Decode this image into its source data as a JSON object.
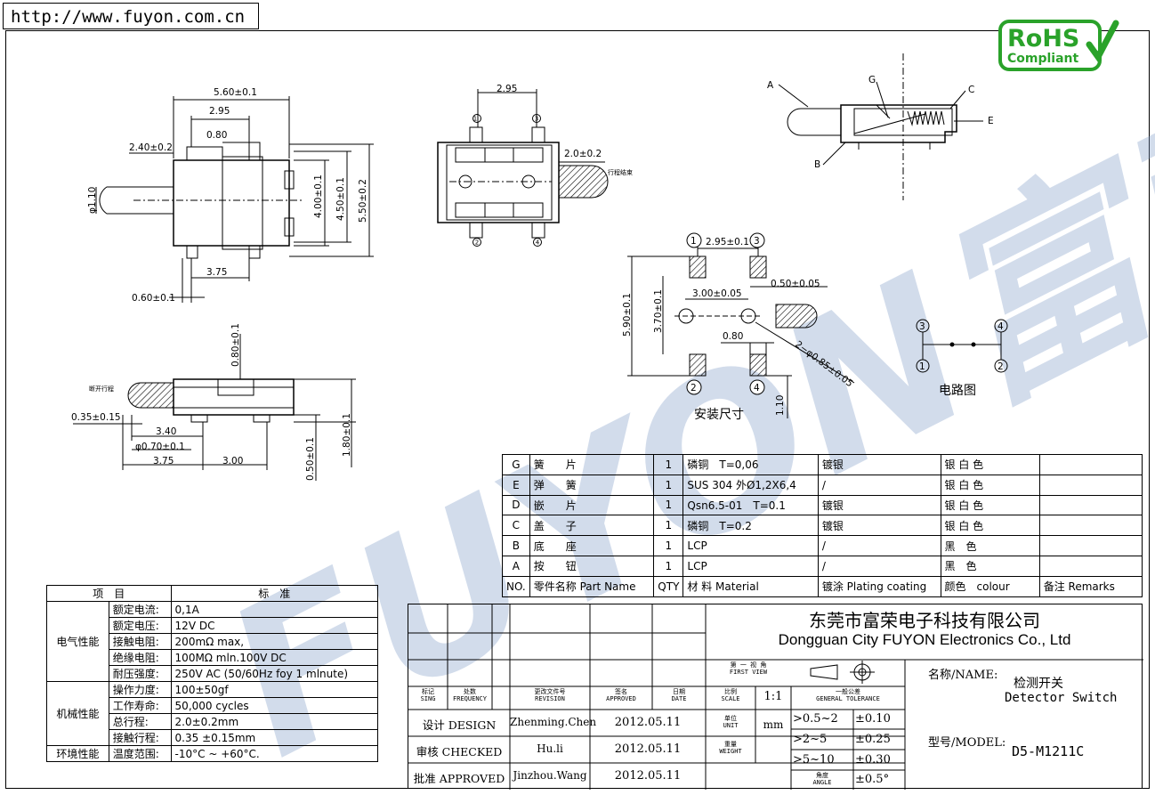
{
  "url": "http://www.fuyon.com.cn",
  "watermark": "FUYON富荣",
  "rohs": {
    "line1": "RoHS",
    "line2": "Compliant"
  },
  "dims": {
    "top_w": "5.60±0.1",
    "top_295": "2.95",
    "top_080": "0.80",
    "top_240": "2.40±0.2",
    "top_dia": "φ1.10",
    "top_400": "4.00±0.1",
    "top_450": "4.50±0.1",
    "top_550": "5.50±0.2",
    "top_375": "3.75",
    "top_060": "0.60±0.1",
    "front_295": "2.95",
    "front_20": "2.0±0.2",
    "front_note": "行程结束",
    "side_080": "0.80±0.1",
    "side_note": "断开行程",
    "side_035": "0.35±0.15",
    "side_340": "3.40",
    "side_070": "φ0.70±0.1",
    "side_375": "3.75",
    "side_300": "3.00",
    "side_050": "0.50±0.1",
    "side_180": "1.80±0.1",
    "mount_295": "2.95±0.1",
    "mount_050": "0.50±0.05",
    "mount_300": "3.00±0.05",
    "mount_590": "5.90±0.1",
    "mount_370": "3.70±0.1",
    "mount_080": "0.80",
    "mount_hole": "2−φ0.85±0.05",
    "mount_110": "1.10",
    "mount_title": "安装尺寸",
    "circuit_title": "电路图",
    "label_a": "A",
    "label_b": "B",
    "label_c": "C",
    "label_e": "E",
    "label_g": "G",
    "pin1": "1",
    "pin2": "2",
    "pin3": "3",
    "pin4": "4"
  },
  "parts_table": {
    "rows": [
      [
        "G",
        "簧　　片",
        "1",
        "磷铜　T=0,06",
        "镀银",
        "银 白 色",
        ""
      ],
      [
        "E",
        "弹　　簧",
        "1",
        "SUS 304 外Ø1,2X6,4",
        "/",
        "银 白 色",
        ""
      ],
      [
        "D",
        "嵌　　片",
        "1",
        "Qsn6.5-01　T=0.1",
        "镀银",
        "银 白 色",
        ""
      ],
      [
        "C",
        "盖　　子",
        "1",
        "磷铜　T=0.2",
        "镀银",
        "银 白 色",
        ""
      ],
      [
        "B",
        "底　　座",
        "1",
        "LCP",
        "/",
        "黑　色",
        ""
      ],
      [
        "A",
        "按　　钮",
        "1",
        "LCP",
        "/",
        "黑　色",
        ""
      ]
    ],
    "header": [
      "NO.",
      "零件名称  Part Name",
      "QTY",
      "材 料  Material",
      "镀涂  Plating coating",
      "颜色　colour",
      "备注  Remarks"
    ]
  },
  "spec_table": {
    "header": [
      "项　目",
      "标　准"
    ],
    "groups": [
      {
        "name": "电气性能",
        "rows": [
          [
            "额定电流:",
            "0,1A"
          ],
          [
            "额定电压:",
            "12V  DC"
          ],
          [
            "接触电阻:",
            "200mΩ max,"
          ],
          [
            "绝缘电阻:",
            "100MΩ mln.100V  DC"
          ],
          [
            "耐压强度:",
            "250V  AC (50/60Hz foy 1 mlnute)"
          ]
        ]
      },
      {
        "name": "机械性能",
        "rows": [
          [
            "操作力度:",
            "100±50gf"
          ],
          [
            "工作寿命:",
            "50,000 cycles"
          ],
          [
            "总行程:",
            "2.0±0.2mm"
          ],
          [
            "接触行程:",
            "0.35 ±0.15mm"
          ]
        ]
      },
      {
        "name": "环境性能",
        "rows": [
          [
            "温度范围:",
            "-10°C ~ +60°C."
          ]
        ]
      }
    ]
  },
  "title_block": {
    "company_cn": "东莞市富荣电子科技有限公司",
    "company_en": "Dongguan City FUYON Electronics Co., Ltd",
    "sign": "标记\nSING",
    "freq": "处数\nFREQUENCY",
    "rev": "更改文件号\nREVISION",
    "appr": "签名\nAPPROVED",
    "date": "日期\nDATE",
    "scale_lbl": "比例\nSCALE",
    "scale_val": "1:1",
    "view_lbl": "第 一 视 角\nFIRST VIEW",
    "tol_lbl": "一般公差\nGENERAL TOLERANCE",
    "unit_lbl": "单位\nUNIT",
    "unit_val": "mm",
    "weight_lbl": "重量\nWEIGHT",
    "angle_lbl": "角度\nANGLE",
    "design": "设计 DESIGN",
    "design_name": "Zhenming.Chen",
    "design_date": "2012.05.11",
    "checked": "审核 CHECKED",
    "checked_name": "Hu.li",
    "checked_date": "2012.05.11",
    "approved": "批准 APPROVED",
    "approved_name": "Jinzhou.Wang",
    "approved_date": "2012.05.11",
    "tol": [
      [
        ">0.5~2",
        "±0.10"
      ],
      [
        ">2~5",
        "±0.25"
      ],
      [
        ">5~10",
        "±0.30"
      ],
      [
        "",
        "±0.5°"
      ]
    ],
    "name_lbl": "名称/NAME:",
    "name_cn": "检测开关",
    "name_en": "Detector Switch",
    "model_lbl": "型号/MODEL:",
    "model": "D5-M1211C"
  }
}
